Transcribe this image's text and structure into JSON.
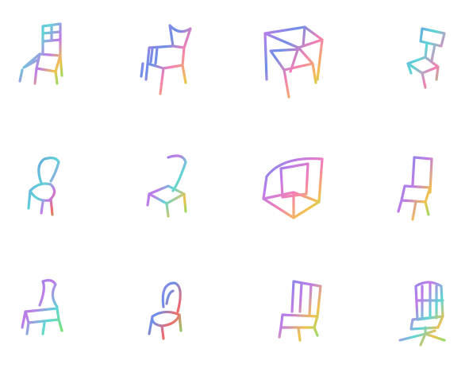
{
  "figure": {
    "rows": 3,
    "columns": 4,
    "background": "#ffffff",
    "stroke_gradient": [
      "#f46a6a",
      "#f2c14e",
      "#7ee36a",
      "#5fd6d6",
      "#6d8fe8",
      "#c07be8",
      "#f47fb5"
    ],
    "items": [
      {
        "name": "chair-ladder-back",
        "row": 1,
        "col": 1
      },
      {
        "name": "chair-flared-back",
        "row": 1,
        "col": 2
      },
      {
        "name": "chair-wide-frame",
        "row": 1,
        "col": 3
      },
      {
        "name": "chair-panel-back",
        "row": 1,
        "col": 4
      },
      {
        "name": "chair-rounded-back",
        "row": 2,
        "col": 1
      },
      {
        "name": "chair-curved-back",
        "row": 2,
        "col": 2
      },
      {
        "name": "chair-box-frame",
        "row": 2,
        "col": 3
      },
      {
        "name": "chair-tall-back",
        "row": 2,
        "col": 4
      },
      {
        "name": "chair-wavy-back",
        "row": 3,
        "col": 1
      },
      {
        "name": "chair-oval-back",
        "row": 3,
        "col": 2
      },
      {
        "name": "chair-slat-back",
        "row": 3,
        "col": 3
      },
      {
        "name": "chair-swivel",
        "row": 3,
        "col": 4
      }
    ]
  }
}
